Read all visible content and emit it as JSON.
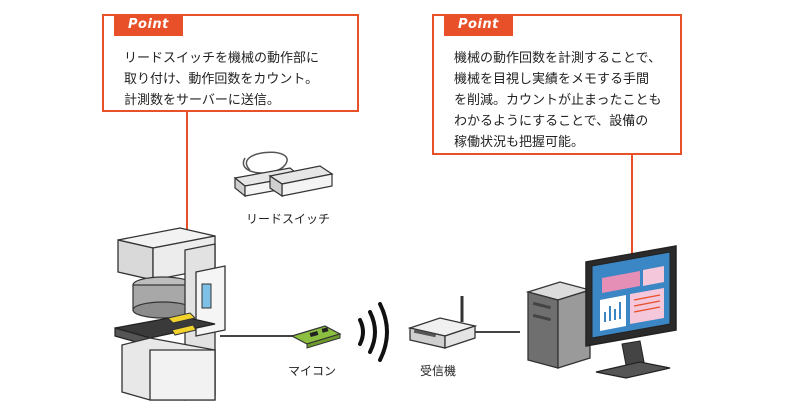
{
  "callout_left": {
    "tag": "Point",
    "text": "リードスイッチを機械の動作部に\n取り付け、動作回数をカウント。\n計測数をサーバーに送信。"
  },
  "callout_right": {
    "tag": "Point",
    "text": "機械の動作回数を計測することで、\n機械を目視し実績をメモする手間\nを削減。カウントが止まったことも\nわかるようにすることで、設備の\n稼働状況も把握可能。"
  },
  "labels": {
    "reed_switch": "リードスイッチ",
    "microcontroller": "マイコン",
    "receiver": "受信機"
  },
  "colors": {
    "accent": "#e8502a",
    "reed_highlight": "#f2d22c",
    "board_green": "#8cbf3f",
    "screen_blue": "#3b86c4"
  }
}
